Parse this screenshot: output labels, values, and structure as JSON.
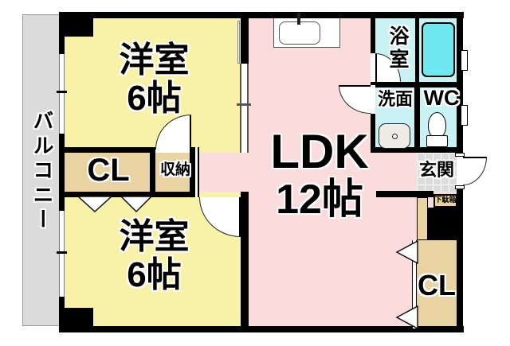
{
  "labels": {
    "balcony": "バルコニー",
    "room_top_name": "洋室",
    "room_top_size": "6帖",
    "room_bottom_name": "洋室",
    "room_bottom_size": "6帖",
    "ldk_name": "LDK",
    "ldk_size": "12帖",
    "closet_mid": "CL",
    "storage": "収納",
    "bath": "浴室",
    "washroom": "洗面",
    "wc": "WC",
    "entrance": "玄関",
    "shoe_cabinet": "下駄箱",
    "closet_entrance": "CL"
  },
  "colors": {
    "room_yellow": "#F8F2A9",
    "ldk_pink": "#FBDCDC",
    "closet_tan": "#EAD3A2",
    "wet_area_cyan": "#C8F2F3",
    "bathtub_cyan": "#6FE8F0",
    "balcony_gray": "#DBDBDB",
    "entrance_tile_gray": "#DCDCDC",
    "wall_black": "#000000"
  }
}
